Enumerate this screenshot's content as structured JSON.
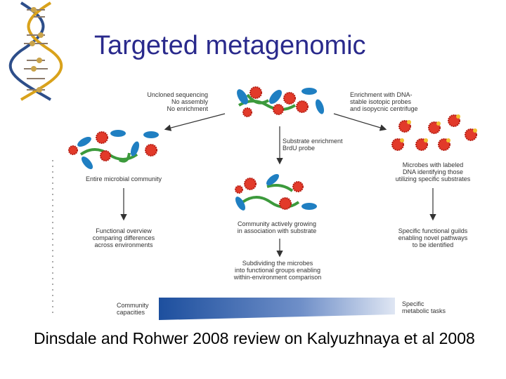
{
  "slide": {
    "title": "Targeted metagenomic",
    "caption": "Dinsdale and Rohwer 2008 review on Kalyuzhnaya et al 2008"
  },
  "diagram": {
    "label_unclonded": "Uncloned sequencing\nNo assembly\nNo enrichment",
    "label_enrichment": "Enrichment with DNA-\nstable isotopic probes\nand isopycnic centrifuge",
    "label_substrate": "Substrate enrichment\nBrdU probe",
    "label_community": "Entire microbial community",
    "label_labeled": "Microbes with labeled\nDNA identifying those\nutilizing specific substrates",
    "label_functional": "Functional overview\ncomparing differences\nacross environments",
    "label_growing": "Community actively growing\nin association with substrate",
    "label_guilds": "Specific functional guilds\nenabling novel pathways\nto be identified",
    "label_subdividing": "Subdividing the microbes\ninto functional groups enabling\nwithin-environment comparison",
    "scale_left": "Community\ncapacities",
    "scale_right": "Specific\nmetabolic tasks"
  }
}
